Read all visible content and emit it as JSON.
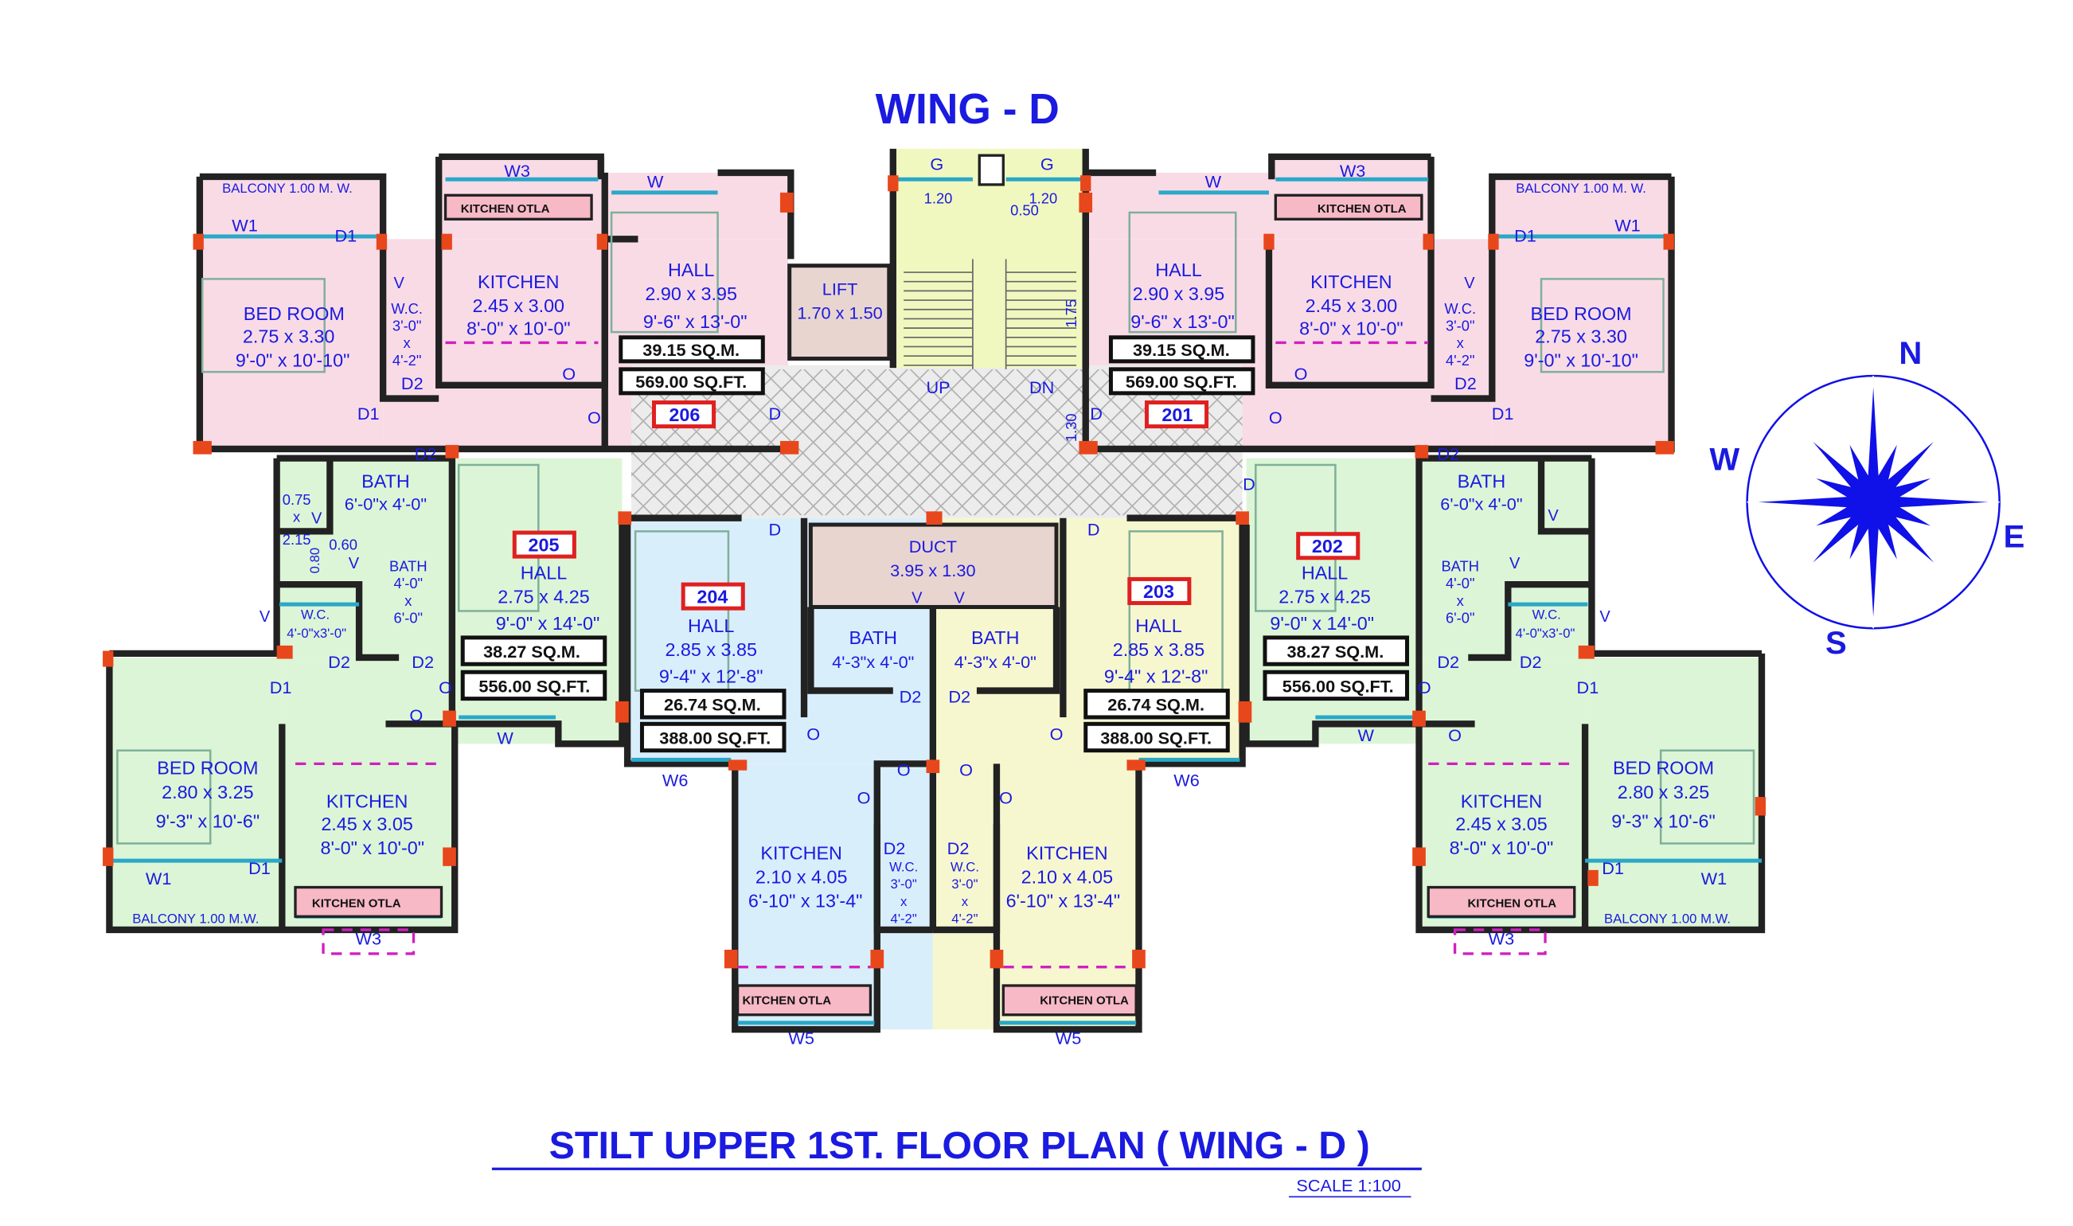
{
  "title": "WING - D",
  "footer": {
    "plan_title": "STILT UPPER 1ST. FLOOR PLAN ( WING - D )",
    "scale": "SCALE 1:100"
  },
  "compass": {
    "n": "N",
    "s": "S",
    "e": "E",
    "w": "W",
    "fill_color": "#1010e8"
  },
  "colors": {
    "unit_206_201": "#f9dbe6",
    "unit_205_202": "#dcf5d6",
    "unit_204": "#d9eefb",
    "unit_203": "#f6f7cf",
    "staircase": "#f0f8c0",
    "passage": "#ececec",
    "lift": "#e9d5cf",
    "text": "#1a1ae0"
  },
  "core": {
    "lift_label": "LIFT",
    "lift_size": "1.70 x 1.50",
    "duct_label": "DUCT",
    "duct_size": "3.95 x 1.30",
    "stair_up": "UP",
    "stair_dn": "DN",
    "dim_120a": "1.20",
    "dim_050": "0.50",
    "dim_120b": "1.20",
    "dim_175": "1.75",
    "dim_130": "1.30",
    "gate": "G",
    "bath_075": "0.75",
    "bath_x": "x",
    "bath_215": "2.15",
    "dim_060": "0.60",
    "dim_080": "0.80"
  },
  "labels": {
    "balcony_top": "BALCONY 1.00 M. W.",
    "balcony_bottom": "BALCONY 1.00 M.W.",
    "bed_room": "BED ROOM",
    "kitchen": "KITCHEN",
    "kitchen_otla": "KITCHEN OTLA",
    "hall": "HALL",
    "bath": "BATH",
    "wc": "W.C.",
    "x": "x",
    "d": "D",
    "d1": "D1",
    "d2": "D2",
    "o": "O",
    "v": "V",
    "w": "W",
    "w1": "W1",
    "w3": "W3",
    "w5": "W5",
    "w6": "W6"
  },
  "units": {
    "u206": {
      "no": "206",
      "sqm": "39.15 SQ.M.",
      "sqft": "569.00 SQ.FT.",
      "bed_m": "2.75 x 3.30",
      "bed_ft": "9'-0\" x 10'-10\"",
      "kit_m": "2.45 x 3.00",
      "kit_ft": "8'-0\" x 10'-0\"",
      "hall_m": "2.90 x 3.95",
      "hall_ft": "9'-6\" x 13'-0\"",
      "wc_1": "3'-0\"",
      "wc_2": "4'-2\""
    },
    "u201": {
      "no": "201",
      "sqm": "39.15 SQ.M.",
      "sqft": "569.00 SQ.FT.",
      "bed_m": "2.75 x 3.30",
      "bed_ft": "9'-0\" x 10'-10\"",
      "kit_m": "2.45 x 3.00",
      "kit_ft": "8'-0\" x 10'-0\"",
      "hall_m": "2.90 x 3.95",
      "hall_ft": "9'-6\" x 13'-0\"",
      "wc_1": "3'-0\"",
      "wc_2": "4'-2\""
    },
    "u205": {
      "no": "205",
      "sqm": "38.27 SQ.M.",
      "sqft": "556.00 SQ.FT.",
      "hall_m": "2.75 x 4.25",
      "hall_ft": "9'-0\" x 14'-0\"",
      "bed_m": "2.80 x 3.25",
      "bed_ft": "9'-3\" x 10'-6\"",
      "kit_m": "2.45 x 3.05",
      "kit_ft": "8'-0\" x 10'-0\"",
      "bath_big": "6'-0\"x 4'-0\"",
      "bath_s1": "4'-0\"",
      "bath_s2": "6'-0\"",
      "wc": "4'-0\"x3'-0\""
    },
    "u202": {
      "no": "202",
      "sqm": "38.27 SQ.M.",
      "sqft": "556.00 SQ.FT.",
      "hall_m": "2.75 x 4.25",
      "hall_ft": "9'-0\" x 14'-0\"",
      "bed_m": "2.80 x 3.25",
      "bed_ft": "9'-3\" x 10'-6\"",
      "kit_m": "2.45 x 3.05",
      "kit_ft": "8'-0\" x 10'-0\"",
      "bath_big": "6'-0\"x 4'-0\"",
      "bath_s1": "4'-0\"",
      "bath_s2": "6'-0\"",
      "wc": "4'-0\"x3'-0\""
    },
    "u204": {
      "no": "204",
      "sqm": "26.74 SQ.M.",
      "sqft": "388.00 SQ.FT.",
      "hall_m": "2.85 x 3.85",
      "hall_ft": "9'-4\" x 12'-8\"",
      "kit_m": "2.10 x 4.05",
      "kit_ft": "6'-10\" x 13'-4\"",
      "bath": "4'-3\"x 4'-0\"",
      "wc_1": "3'-0\"",
      "wc_2": "4'-2\""
    },
    "u203": {
      "no": "203",
      "sqm": "26.74 SQ.M.",
      "sqft": "388.00 SQ.FT.",
      "hall_m": "2.85 x 3.85",
      "hall_ft": "9'-4\" x 12'-8\"",
      "kit_m": "2.10 x 4.05",
      "kit_ft": "6'-10\" x 13'-4\"",
      "bath": "4'-3\"x 4'-0\"",
      "wc_1": "3'-0\"",
      "wc_2": "4'-2\""
    }
  }
}
